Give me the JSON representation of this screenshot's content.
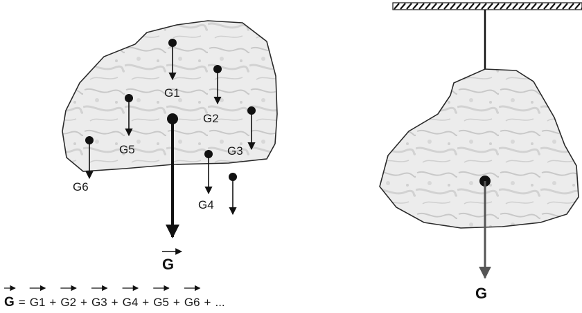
{
  "left_figure": {
    "labels": {
      "g1": "G1",
      "g2": "G2",
      "g3": "G3",
      "g4": "G4",
      "g5": "G5",
      "g6": "G6",
      "resultant": "G"
    },
    "equation": {
      "lhs": "G",
      "equals": "=",
      "terms": [
        "G1",
        "G2",
        "G3",
        "G4",
        "G5",
        "G6"
      ],
      "plus": "+",
      "ellipsis": "..."
    }
  },
  "right_figure": {
    "resultant_label": "G"
  },
  "colors": {
    "stone_fill": "#e8e8e8",
    "stone_stroke": "#2a2a2a",
    "arrow": "#111111",
    "hatch": "#111111"
  }
}
